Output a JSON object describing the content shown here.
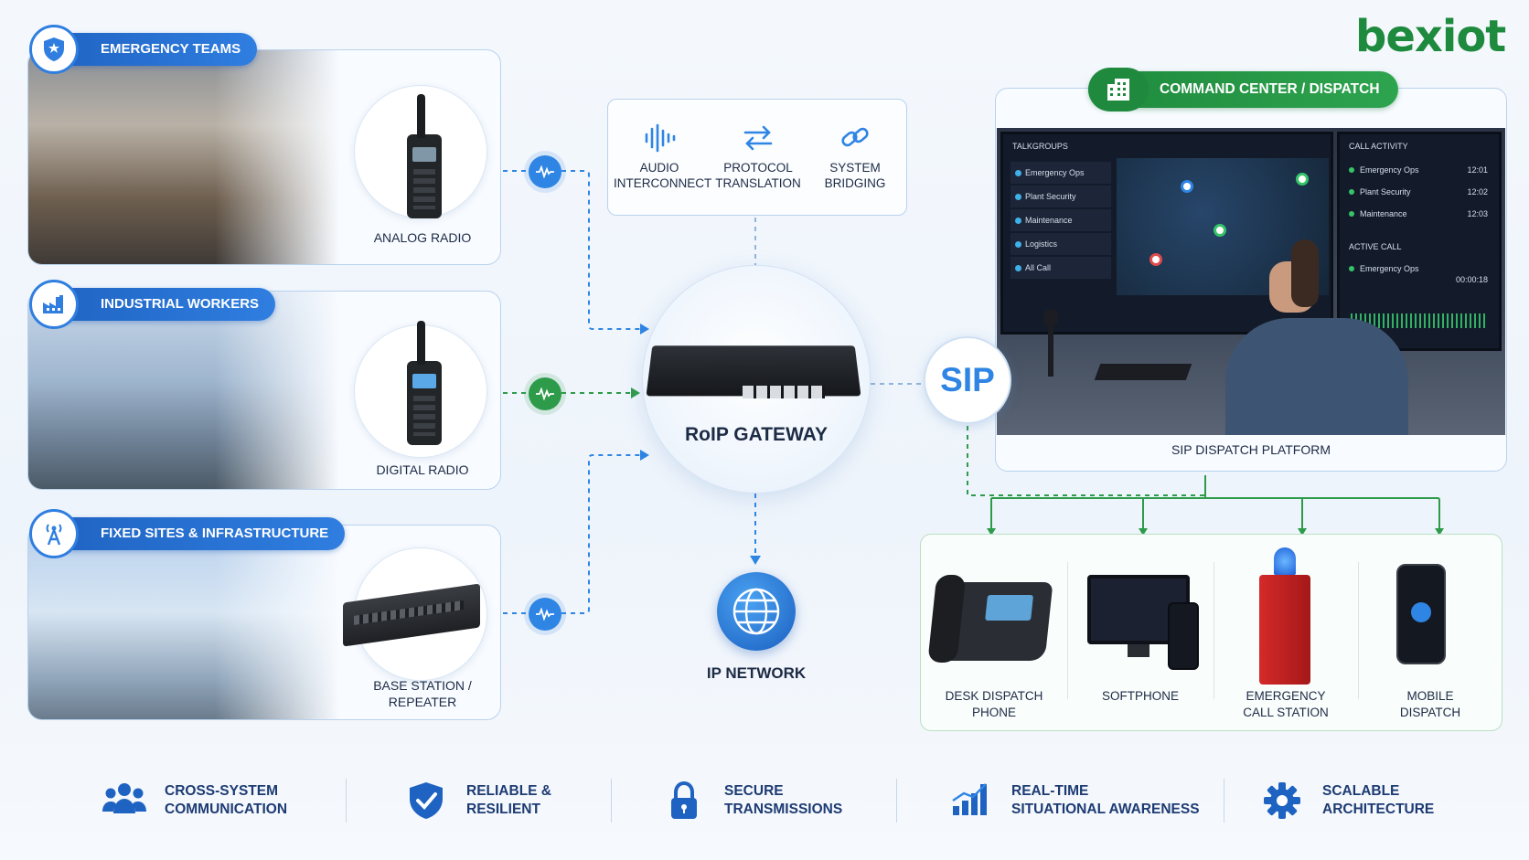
{
  "brand": {
    "logo": "bexiot"
  },
  "sources": [
    {
      "tag": "EMERGENCY TEAMS",
      "device": "ANALOG RADIO",
      "icon": "shield-icon"
    },
    {
      "tag": "INDUSTRIAL WORKERS",
      "device": "DIGITAL RADIO",
      "icon": "factory-icon"
    },
    {
      "tag": "FIXED SITES & INFRASTRUCTURE",
      "device_line1": "BASE STATION /",
      "device_line2": "REPEATER",
      "icon": "antenna-icon"
    }
  ],
  "features": [
    {
      "line1": "AUDIO",
      "line2": "INTERCONNECT",
      "icon": "audio-wave-icon"
    },
    {
      "line1": "PROTOCOL",
      "line2": "TRANSLATION",
      "icon": "swap-arrows-icon"
    },
    {
      "line1": "SYSTEM",
      "line2": "BRIDGING",
      "icon": "link-icon"
    }
  ],
  "gateway": {
    "label": "RoIP GATEWAY"
  },
  "network": {
    "label": "IP NETWORK"
  },
  "sip": {
    "label": "SIP"
  },
  "command_center": {
    "tag": "COMMAND CENTER / DISPATCH",
    "platform_label": "SIP DISPATCH PLATFORM",
    "screen": {
      "talkgroups_title": "TALKGROUPS",
      "talkgroups": [
        "Emergency Ops",
        "Plant Security",
        "Maintenance",
        "Logistics",
        "All Call"
      ],
      "call_activity_title": "CALL ACTIVITY",
      "call_activity": [
        {
          "name": "Emergency Ops",
          "time": "12:01"
        },
        {
          "name": "Plant Security",
          "time": "12:02"
        },
        {
          "name": "Maintenance",
          "time": "12:03"
        }
      ],
      "active_call_title": "ACTIVE CALL",
      "active_call_name": "Emergency Ops",
      "active_call_time": "00:00:18"
    }
  },
  "endpoints": [
    {
      "line1": "DESK DISPATCH",
      "line2": "PHONE"
    },
    {
      "line1": "SOFTPHONE",
      "line2": ""
    },
    {
      "line1": "EMERGENCY",
      "line2": "CALL STATION"
    },
    {
      "line1": "MOBILE",
      "line2": "DISPATCH"
    }
  ],
  "benefits": [
    {
      "line1": "CROSS-SYSTEM",
      "line2": "COMMUNICATION",
      "icon": "users-icon"
    },
    {
      "line1": "RELIABLE &",
      "line2": "RESILIENT",
      "icon": "shield-check-icon"
    },
    {
      "line1": "SECURE",
      "line2": "TRANSMISSIONS",
      "icon": "lock-icon"
    },
    {
      "line1": "REAL-TIME",
      "line2": "SITUATIONAL AWARENESS",
      "icon": "bar-chart-icon"
    },
    {
      "line1": "SCALABLE",
      "line2": "ARCHITECTURE",
      "icon": "gear-icon"
    }
  ],
  "colors": {
    "primary_blue": "#2f7ee0",
    "dispatch_green": "#2ea44f",
    "brand_red": "#d9232d"
  }
}
